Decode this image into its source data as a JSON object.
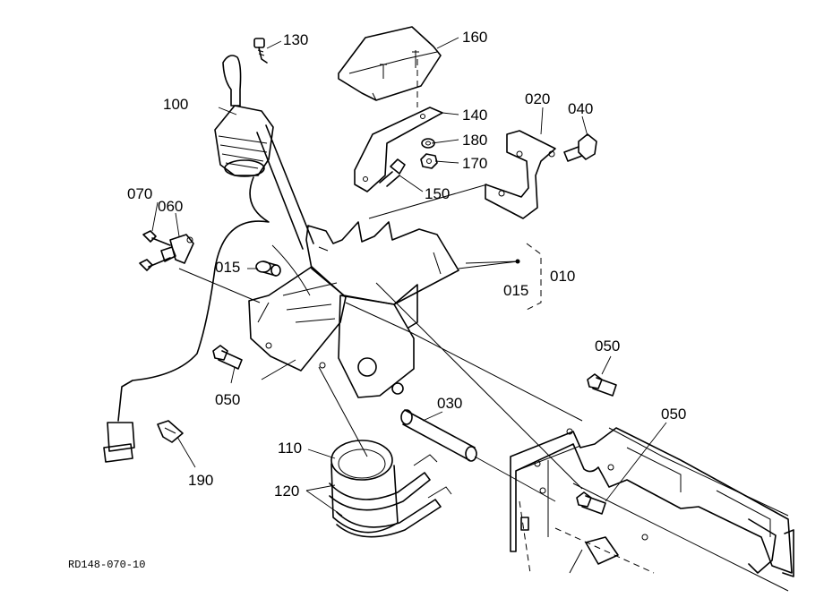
{
  "diagram_code": "RD148-070-10",
  "parts": {
    "p130": "130",
    "p160": "160",
    "p100": "100",
    "p140": "140",
    "p020": "020",
    "p040": "040",
    "p180": "180",
    "p170": "170",
    "p150": "150",
    "p070": "070",
    "p060": "060",
    "p015a": "015",
    "p010": "010",
    "p015b": "015",
    "p050a": "050",
    "p050b": "050",
    "p050c": "050",
    "p030": "030",
    "p110": "110",
    "p120": "120",
    "p190": "190"
  }
}
